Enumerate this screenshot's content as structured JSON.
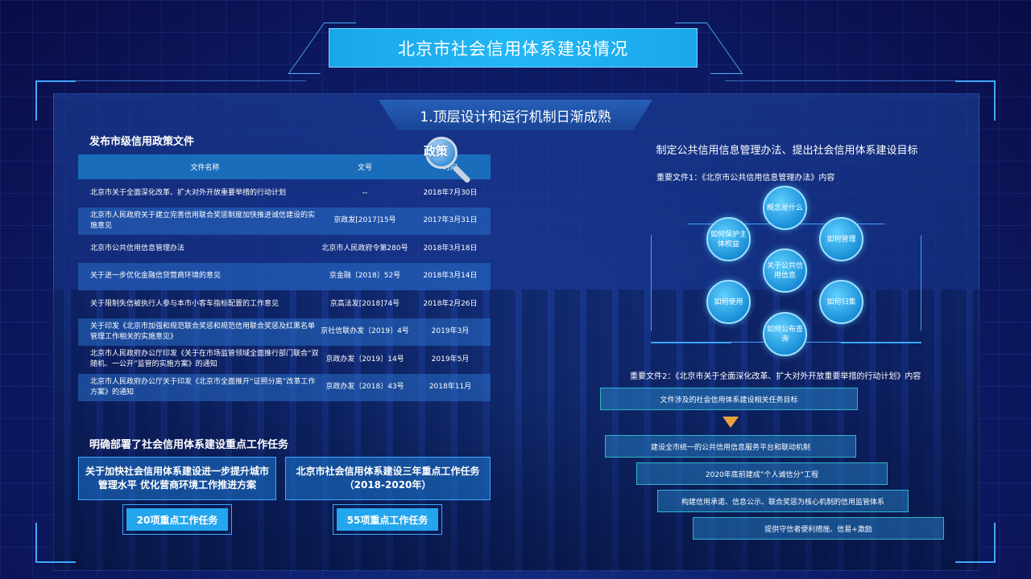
{
  "main_title": "北京市社会信用体系建设情况",
  "sub_title": "1.顶层设计和运行机制日渐成熟",
  "left": {
    "policy_heading": "发布市级信用政策文件",
    "badge_text": "政策",
    "table": {
      "headers": [
        "文件名称",
        "文号",
        "时间"
      ],
      "rows": [
        {
          "name": "北京市关于全面深化改革、扩大对外开放重要举措的行动计划",
          "doc_no": "--",
          "date": "2018年7月30日"
        },
        {
          "name": "北京市人民政府关于建立完善信用联合奖惩制度加快推进诚信建设的实施意见",
          "doc_no": "京政发[2017]15号",
          "date": "2017年3月31日"
        },
        {
          "name": "北京市公共信用信息管理办法",
          "doc_no": "北京市人民政府令第280号",
          "date": "2018年3月18日"
        },
        {
          "name": "关于进一步优化金融信贷营商环境的意见",
          "doc_no": "京金融〔2018〕52号",
          "date": "2018年3月14日"
        },
        {
          "name": "关于限制失信被执行人参与本市小客车指标配置的工作意见",
          "doc_no": "京高法发[2018]74号",
          "date": "2018年2月26日"
        },
        {
          "name": "关于印发《北京市加强和规范联合奖惩和规范信用联合奖惩及红黑名单管理工作相关的实施意见》",
          "doc_no": "京社信联办发〔2019〕4号",
          "date": "2019年3月"
        },
        {
          "name": "北京市人民政府办公厅印发《关于在市场监管领域全面推行部门联合“双随机、一公开”监管的实施方案》的通知",
          "doc_no": "京政办发〔2019〕14号",
          "date": "2019年5月"
        },
        {
          "name": "北京市人民政府办公厅关于印发《北京市全面推开“证照分离”改革工作方案》的通知",
          "doc_no": "京政办发〔2018〕43号",
          "date": "2018年11月"
        }
      ]
    },
    "tasks_heading": "明确部署了社会信用体系建设重点工作任务",
    "task_boxes": [
      {
        "title": "关于加快社会信用体系建设进一步提升城市管理水平 优化营商环境工作推进方案",
        "button": "20项重点工作任务"
      },
      {
        "title": "北京市社会信用体系建设三年重点工作任务（2018-2020年）",
        "button": "55项重点工作任务"
      }
    ]
  },
  "right": {
    "heading": "制定公共信用信息管理办法、提出社会信用体系建设目标",
    "doc1_label": "重要文件1：《北京市公共信用信息管理办法》内容",
    "circles": {
      "center": "关于公共信用信息",
      "top": "概念是什么",
      "top_right": "如何管理",
      "bottom_right": "如何归集",
      "bottom": "如何公布查询",
      "bottom_left": "如何使用",
      "top_left": "如何保护主体权益"
    },
    "doc2_label": "重要文件2：《北京市关于全面深化改革、扩大对外开放重要举措的行动计划》内容",
    "goal_bar": "文件涉及的社会信用体系建设相关任务目标",
    "steps": [
      "建设全市统一的公共信用信息服务平台和联动机制",
      "2020年底前建成”个人诚信分“工程",
      "构建信用承诺、信息公示、联合奖惩为核心机制的信用监管体系",
      "提供守信者便利措施、信易+激励"
    ]
  },
  "colors": {
    "title_bar": "#22b7f5",
    "accent_line": "#3aa8ff",
    "arrow": "#e8a23c",
    "circle": "#1a8fd8"
  }
}
